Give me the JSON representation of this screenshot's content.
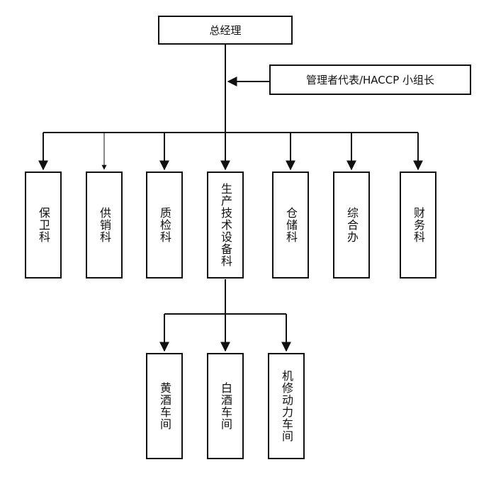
{
  "general_manager": "总经理",
  "management_rep": "管理者代表/HACCP 小组长",
  "departments": [
    {
      "id": "security",
      "label": "保卫科"
    },
    {
      "id": "supply",
      "label": "供销科"
    },
    {
      "id": "quality",
      "label": "质检科"
    },
    {
      "id": "production",
      "label": "生产技术设备科"
    },
    {
      "id": "warehouse",
      "label": "仓储科"
    },
    {
      "id": "general-office",
      "label": "综合办"
    },
    {
      "id": "finance",
      "label": "财务科"
    }
  ],
  "workshops": [
    {
      "id": "yellow-wine",
      "label": "黄酒车间"
    },
    {
      "id": "white-wine",
      "label": "白酒车间"
    },
    {
      "id": "machine-repair",
      "label": "机修动力车间"
    }
  ]
}
